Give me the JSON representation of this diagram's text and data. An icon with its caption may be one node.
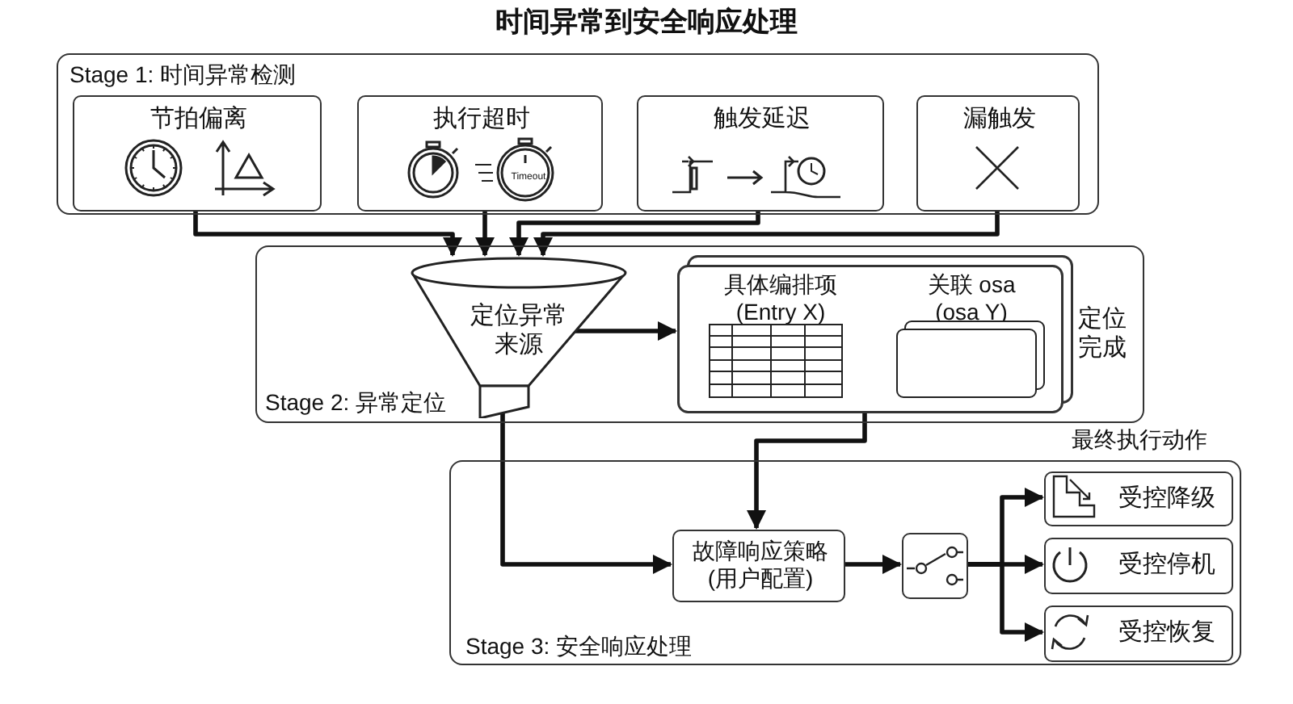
{
  "diagram": {
    "title": "时间异常到安全响应处理",
    "nodes": [
      {
        "text": [
          "Stage 1: 时间异常检测"
        ]
      },
      {
        "text": [
          "节拍偏离"
        ],
        "in": 0
      },
      {
        "text": [
          "执行超时",
          "Timeout"
        ],
        "in": 0
      },
      {
        "text": [
          "触发延迟"
        ],
        "in": 0
      },
      {
        "text": [
          "漏触发"
        ],
        "in": 0
      },
      {
        "text": [
          "Stage 2: 异常定位"
        ]
      },
      {
        "text": [
          "定位异常来源"
        ],
        "in": 5
      },
      {
        "text": [
          "具体编排项 (Entry X)",
          "关联 osa (osa Y)"
        ],
        "beside": [
          "定位完成"
        ],
        "in": 5
      },
      {
        "text": [
          "Stage 3: 安全响应处理"
        ]
      },
      {
        "text": [
          "故障响应策略 (用户配置)"
        ],
        "in": 8
      },
      {
        "text": [],
        "shape": "box",
        "in": 8
      },
      {
        "text": [
          "受控降级"
        ],
        "in": 8
      },
      {
        "text": [
          "受控停机"
        ],
        "in": 8
      },
      {
        "text": [
          "受控恢复"
        ],
        "in": 8
      }
    ],
    "edges": [
      {
        "from": 1,
        "to": 6,
        "arrow": "to"
      },
      {
        "from": 2,
        "to": 6,
        "arrow": "to"
      },
      {
        "from": 3,
        "to": 6,
        "arrow": "to"
      },
      {
        "from": 4,
        "to": 6,
        "arrow": "to"
      },
      {
        "from": 6,
        "to": 7,
        "arrow": "to"
      },
      {
        "from": 6,
        "to": 9,
        "arrow": "to"
      },
      {
        "from": 7,
        "to": 9,
        "arrow": "to"
      },
      {
        "from": 9,
        "to": 10,
        "arrow": "to"
      },
      {
        "from": 10,
        "to": 11,
        "arrow": "to"
      },
      {
        "from": 10,
        "to": 12,
        "arrow": "to"
      },
      {
        "from": 10,
        "to": 13,
        "arrow": "to"
      }
    ],
    "labels": [
      "最终执行动作"
    ]
  }
}
